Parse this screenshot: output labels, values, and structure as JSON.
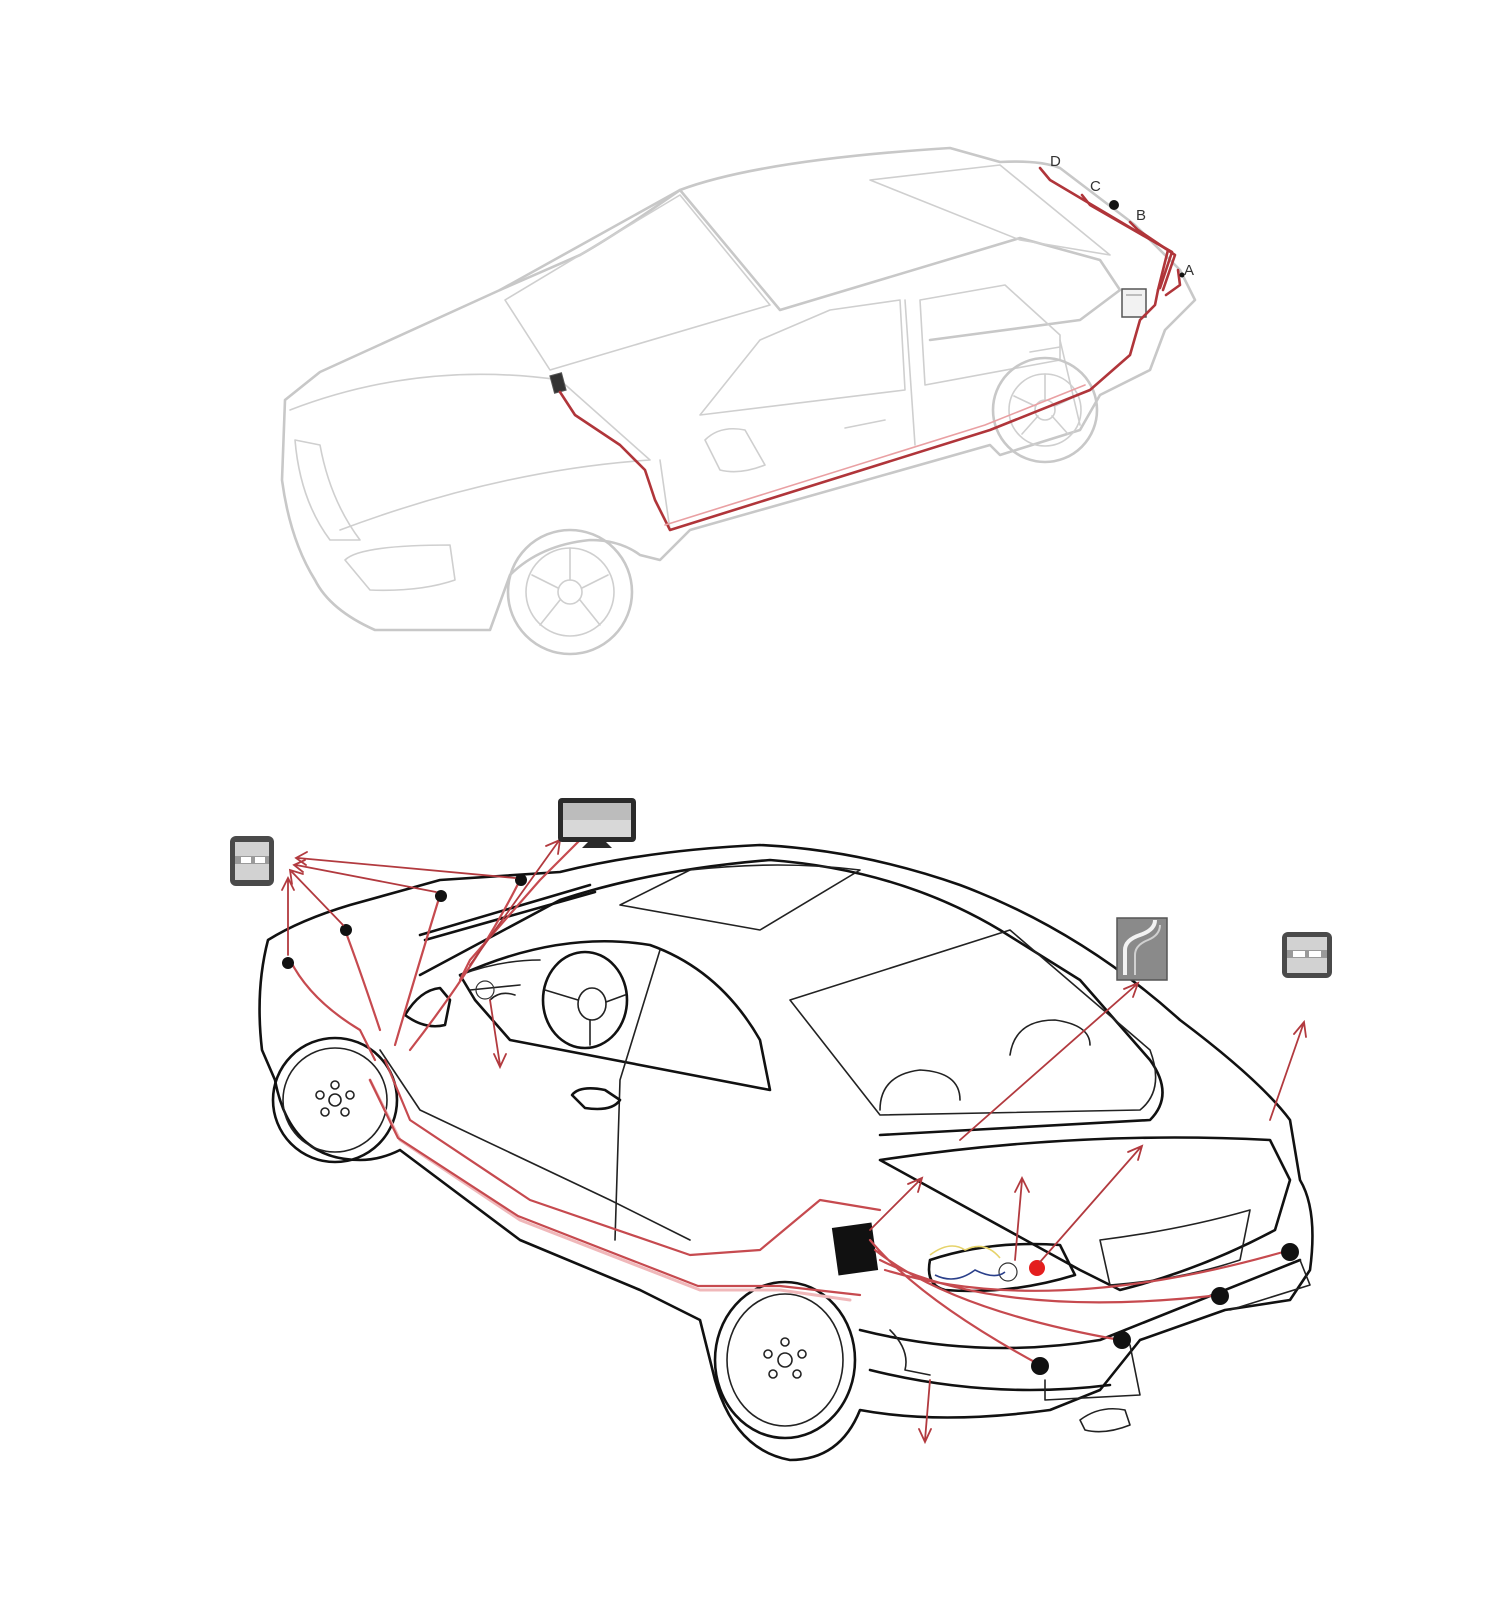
{
  "labels": {
    "sensor_d": "D",
    "sensor_c": "C",
    "sensor_b": "B",
    "sensor_a": "A"
  },
  "colors": {
    "cable": "#b0353a",
    "top_outline": "#c8c8c8",
    "bottom_outline": "#111111"
  },
  "icons": {
    "display": "display-monitor-icon",
    "control_unit": "control-box-icon",
    "sensor": "parking-sensor-icon",
    "bracket": "mounting-bracket-icon"
  }
}
